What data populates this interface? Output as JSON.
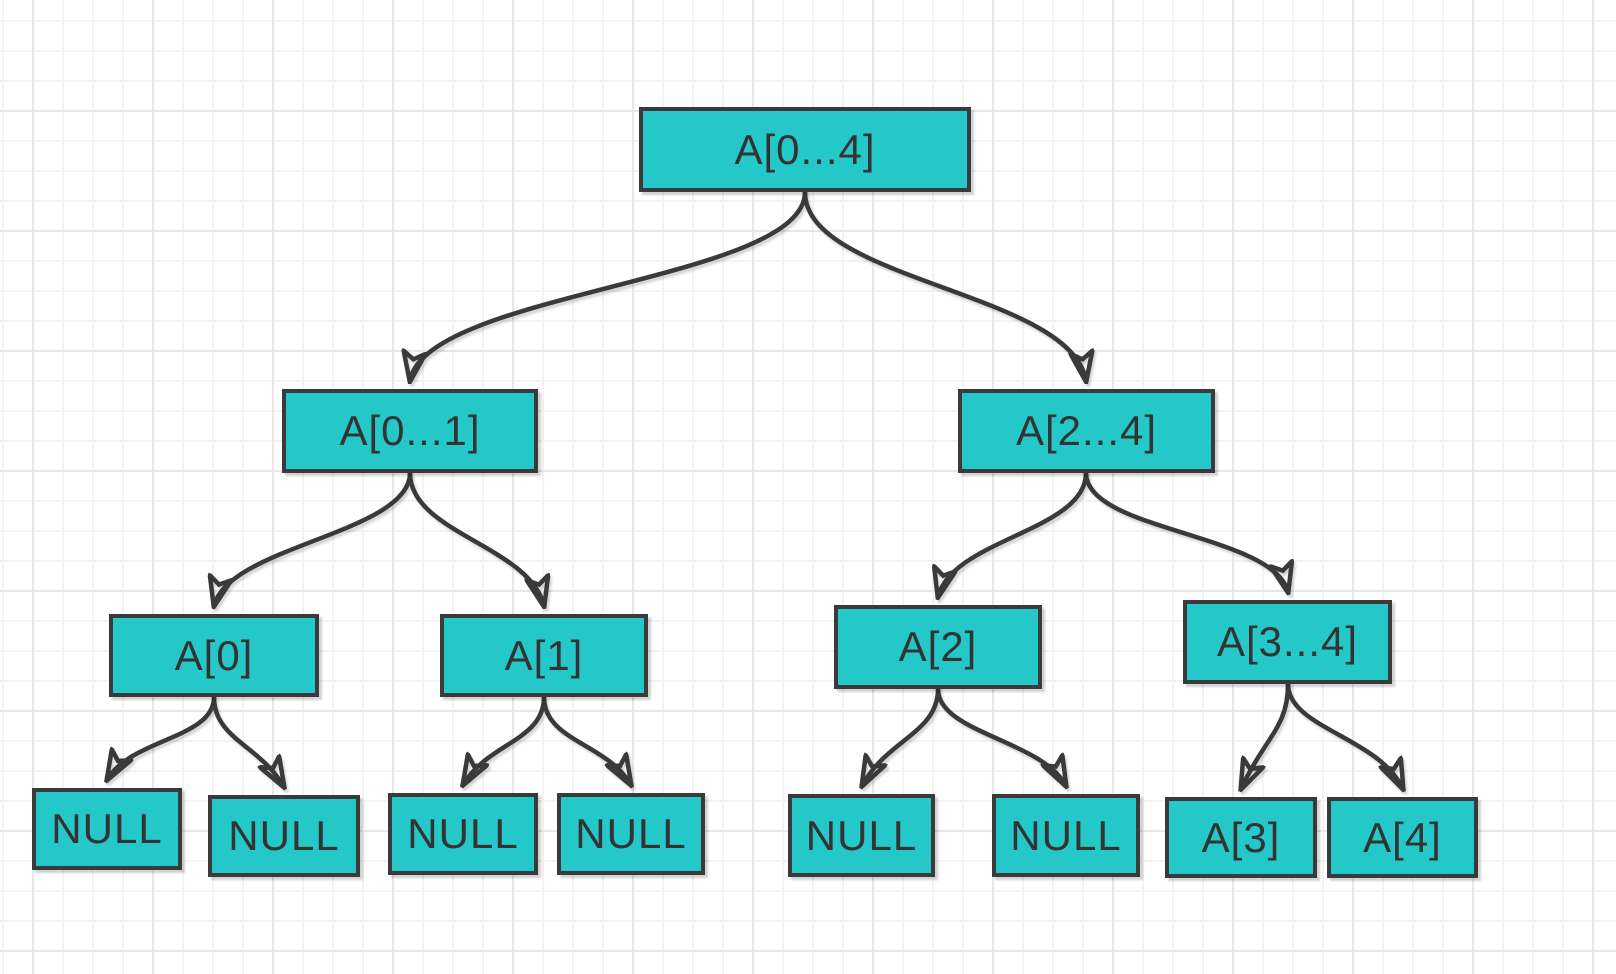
{
  "diagram": {
    "description": "Recursion tree of array A[0..4] split by divide-and-conquer",
    "style": {
      "node_fill": "#24c8c8",
      "node_border": "#3a3a3a",
      "edge_color": "#3a3a3a",
      "text_color": "#333333",
      "background": "#ffffff",
      "grid_minor": "#f3f3f3",
      "grid_major": "#e7e7e7"
    },
    "nodes": [
      {
        "id": "a04",
        "label": "A[0...4]"
      },
      {
        "id": "a01",
        "label": "A[0...1]"
      },
      {
        "id": "a24",
        "label": "A[2...4]"
      },
      {
        "id": "a0",
        "label": "A[0]"
      },
      {
        "id": "a1",
        "label": "A[1]"
      },
      {
        "id": "a2",
        "label": "A[2]"
      },
      {
        "id": "a34",
        "label": "A[3...4]"
      },
      {
        "id": "null1",
        "label": "NULL"
      },
      {
        "id": "null2",
        "label": "NULL"
      },
      {
        "id": "null3",
        "label": "NULL"
      },
      {
        "id": "null4",
        "label": "NULL"
      },
      {
        "id": "null5",
        "label": "NULL"
      },
      {
        "id": "null6",
        "label": "NULL"
      },
      {
        "id": "a3",
        "label": "A[3]"
      },
      {
        "id": "a4",
        "label": "A[4]"
      }
    ],
    "edges": [
      {
        "from": "A[0...4]",
        "to": "A[0...1]"
      },
      {
        "from": "A[0...4]",
        "to": "A[2...4]"
      },
      {
        "from": "A[0...1]",
        "to": "A[0]"
      },
      {
        "from": "A[0...1]",
        "to": "A[1]"
      },
      {
        "from": "A[2...4]",
        "to": "A[2]"
      },
      {
        "from": "A[2...4]",
        "to": "A[3...4]"
      },
      {
        "from": "A[0]",
        "to": "NULL"
      },
      {
        "from": "A[0]",
        "to": "NULL"
      },
      {
        "from": "A[1]",
        "to": "NULL"
      },
      {
        "from": "A[1]",
        "to": "NULL"
      },
      {
        "from": "A[2]",
        "to": "NULL"
      },
      {
        "from": "A[2]",
        "to": "NULL"
      },
      {
        "from": "A[3...4]",
        "to": "A[3]"
      },
      {
        "from": "A[3...4]",
        "to": "A[4]"
      }
    ]
  }
}
